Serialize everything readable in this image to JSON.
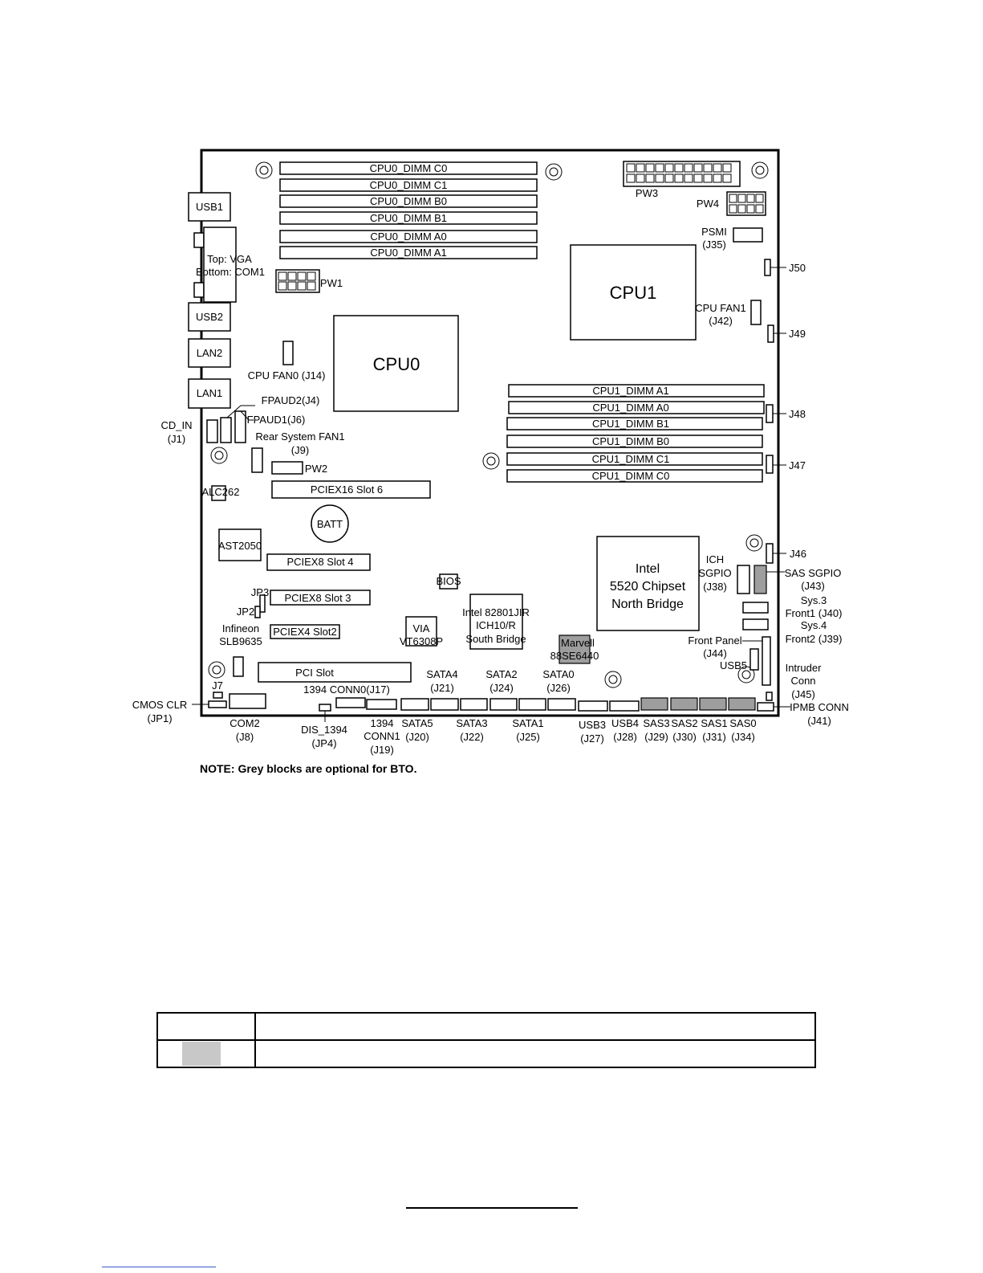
{
  "labels": {
    "cpu0_dimm_c0": "CPU0_DIMM C0",
    "cpu0_dimm_c1": "CPU0_DIMM C1",
    "cpu0_dimm_b0": "CPU0_DIMM B0",
    "cpu0_dimm_b1": "CPU0_DIMM B1",
    "cpu0_dimm_a0": "CPU0_DIMM A0",
    "cpu0_dimm_a1": "CPU0_DIMM A1",
    "pw3": "PW3",
    "pw4": "PW4",
    "psmi": "PSMI",
    "j35": "(J35)",
    "j50": "J50",
    "cpu1": "CPU1",
    "cpu_fan1": "CPU FAN1",
    "j42": "(J42)",
    "j49": "J49",
    "usb1": "USB1",
    "vga_top": "Top: VGA",
    "vga_bottom": "Bottom: COM1",
    "pw1": "PW1",
    "usb2": "USB2",
    "lan2": "LAN2",
    "lan1": "LAN1",
    "cpu0": "CPU0",
    "cpu_fan0": "CPU FAN0 (J14)",
    "fpaud2": "FPAUD2(J4)",
    "fpaud1": "FPAUD1(J6)",
    "cd_in": "CD_IN",
    "j1": "(J1)",
    "rear_fan": "Rear System FAN1",
    "j9": "(J9)",
    "pw2": "PW2",
    "cpu1_dimm_a1": "CPU1_DIMM A1",
    "cpu1_dimm_a0": "CPU1_DIMM A0",
    "cpu1_dimm_b1": "CPU1_DIMM B1",
    "cpu1_dimm_b0": "CPU1_DIMM B0",
    "cpu1_dimm_c1": "CPU1_DIMM C1",
    "cpu1_dimm_c0": "CPU1_DIMM C0",
    "j48": "J48",
    "j47": "J47",
    "alc262": "ALC262",
    "pciex16_slot6": "PCIEX16 Slot 6",
    "batt": "BATT",
    "ast2050": "AST2050",
    "pciex8_slot4": "PCIEX8 Slot 4",
    "intel_nb_1": "Intel",
    "intel_nb_2": "5520 Chipset",
    "intel_nb_3": "North Bridge",
    "j46": "J46",
    "ich": "ICH",
    "sgpio": "SGPIO",
    "j38": "(J38)",
    "sas_sgpio": "SAS SGPIO",
    "j43": "(J43)",
    "bios": "BIOS",
    "jp3": "JP3",
    "pciex8_slot3": "PCIEX8 Slot 3",
    "jp2": "JP2",
    "infineon": "Infineon",
    "slb9635": "SLB9635",
    "pciex4_slot2": "PCIEX4 Slot2",
    "via_1": "VIA",
    "via_2": "VT6308P",
    "sb_1": "Intel 82801JIR",
    "sb_2": "ICH10/R",
    "sb_3": "South Bridge",
    "sys3": "Sys.3",
    "front1": "Front1 (J40)",
    "sys4": "Sys.4",
    "front2": "Front2 (J39)",
    "marvell_1": "Marvell",
    "marvell_2": "88SE6440",
    "front_panel": "Front Panel",
    "j44": "(J44)",
    "usb5": "USB5",
    "intruder": "Intruder",
    "conn": "Conn",
    "j45": "(J45)",
    "pci_slot": "PCI Slot",
    "sata4": "SATA4",
    "j21": "(J21)",
    "sata2": "SATA2",
    "j24": "(J24)",
    "sata0": "SATA0",
    "j26": "(J26)",
    "j7": "J7",
    "conn1394_0": "1394 CONN0(J17)",
    "cmos_clr": "CMOS CLR",
    "jp1": "(JP1)",
    "ipmb_conn": "IPMB CONN",
    "j41": "(J41)",
    "com2": "COM2",
    "j8": "(J8)",
    "dis1394": "DIS_1394",
    "jp4": "(JP4)",
    "c1394_1a": "1394",
    "c1394_1b": "CONN1",
    "j19": "(J19)",
    "sata5": "SATA5",
    "j20": "(J20)",
    "sata3": "SATA3",
    "j22": "(J22)",
    "sata1": "SATA1",
    "j25": "(J25)",
    "usb3": "USB3",
    "j27": "(J27)",
    "usb4": "USB4",
    "j28": "(J28)",
    "sas3": "SAS3",
    "j29": "(J29)",
    "sas2": "SAS2",
    "j30": "(J30)",
    "sas1": "SAS1",
    "j31": "(J31)",
    "sas0": "SAS0",
    "j34": "(J34)",
    "note": "NOTE: Grey blocks are optional for BTO."
  },
  "colors": {
    "optional_block": "#9e9e9e",
    "legend_swatch": "#c8c8c8",
    "link_underline": "#3355cc"
  }
}
